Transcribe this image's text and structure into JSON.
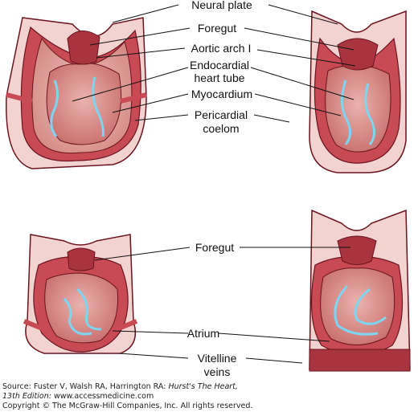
{
  "labels": {
    "neural_plate": "Neural plate",
    "foregut_top": "Foregut",
    "aortic_arch": "Aortic arch I",
    "endocardial_1": "Endocardial",
    "endocardial_2": "heart tube",
    "myocardium": "Myocardium",
    "pericardial_1": "Pericardial",
    "pericardial_2": "coelom",
    "foregut_bottom": "Foregut",
    "atrium": "Atrium",
    "vitelline_1": "Vitelline",
    "vitelline_2": "veins"
  },
  "source": {
    "prefix": "Source: Fuster V, Walsh RA, Harrington RA: ",
    "title": "Hurst's The Heart,",
    "line2_italic": "13th Edition:",
    "line2_rest": " www.accessmedicine.com",
    "copyright": "Copyright © The McGraw-Hill Companies, Inc. All rights reserved."
  },
  "colors": {
    "outer_tissue": "#c74a54",
    "mesoderm_fill": "#f2d3d0",
    "heart_fill": "#d98a86",
    "endocardium": "#7fd4f0",
    "outline": "#6b1420"
  }
}
